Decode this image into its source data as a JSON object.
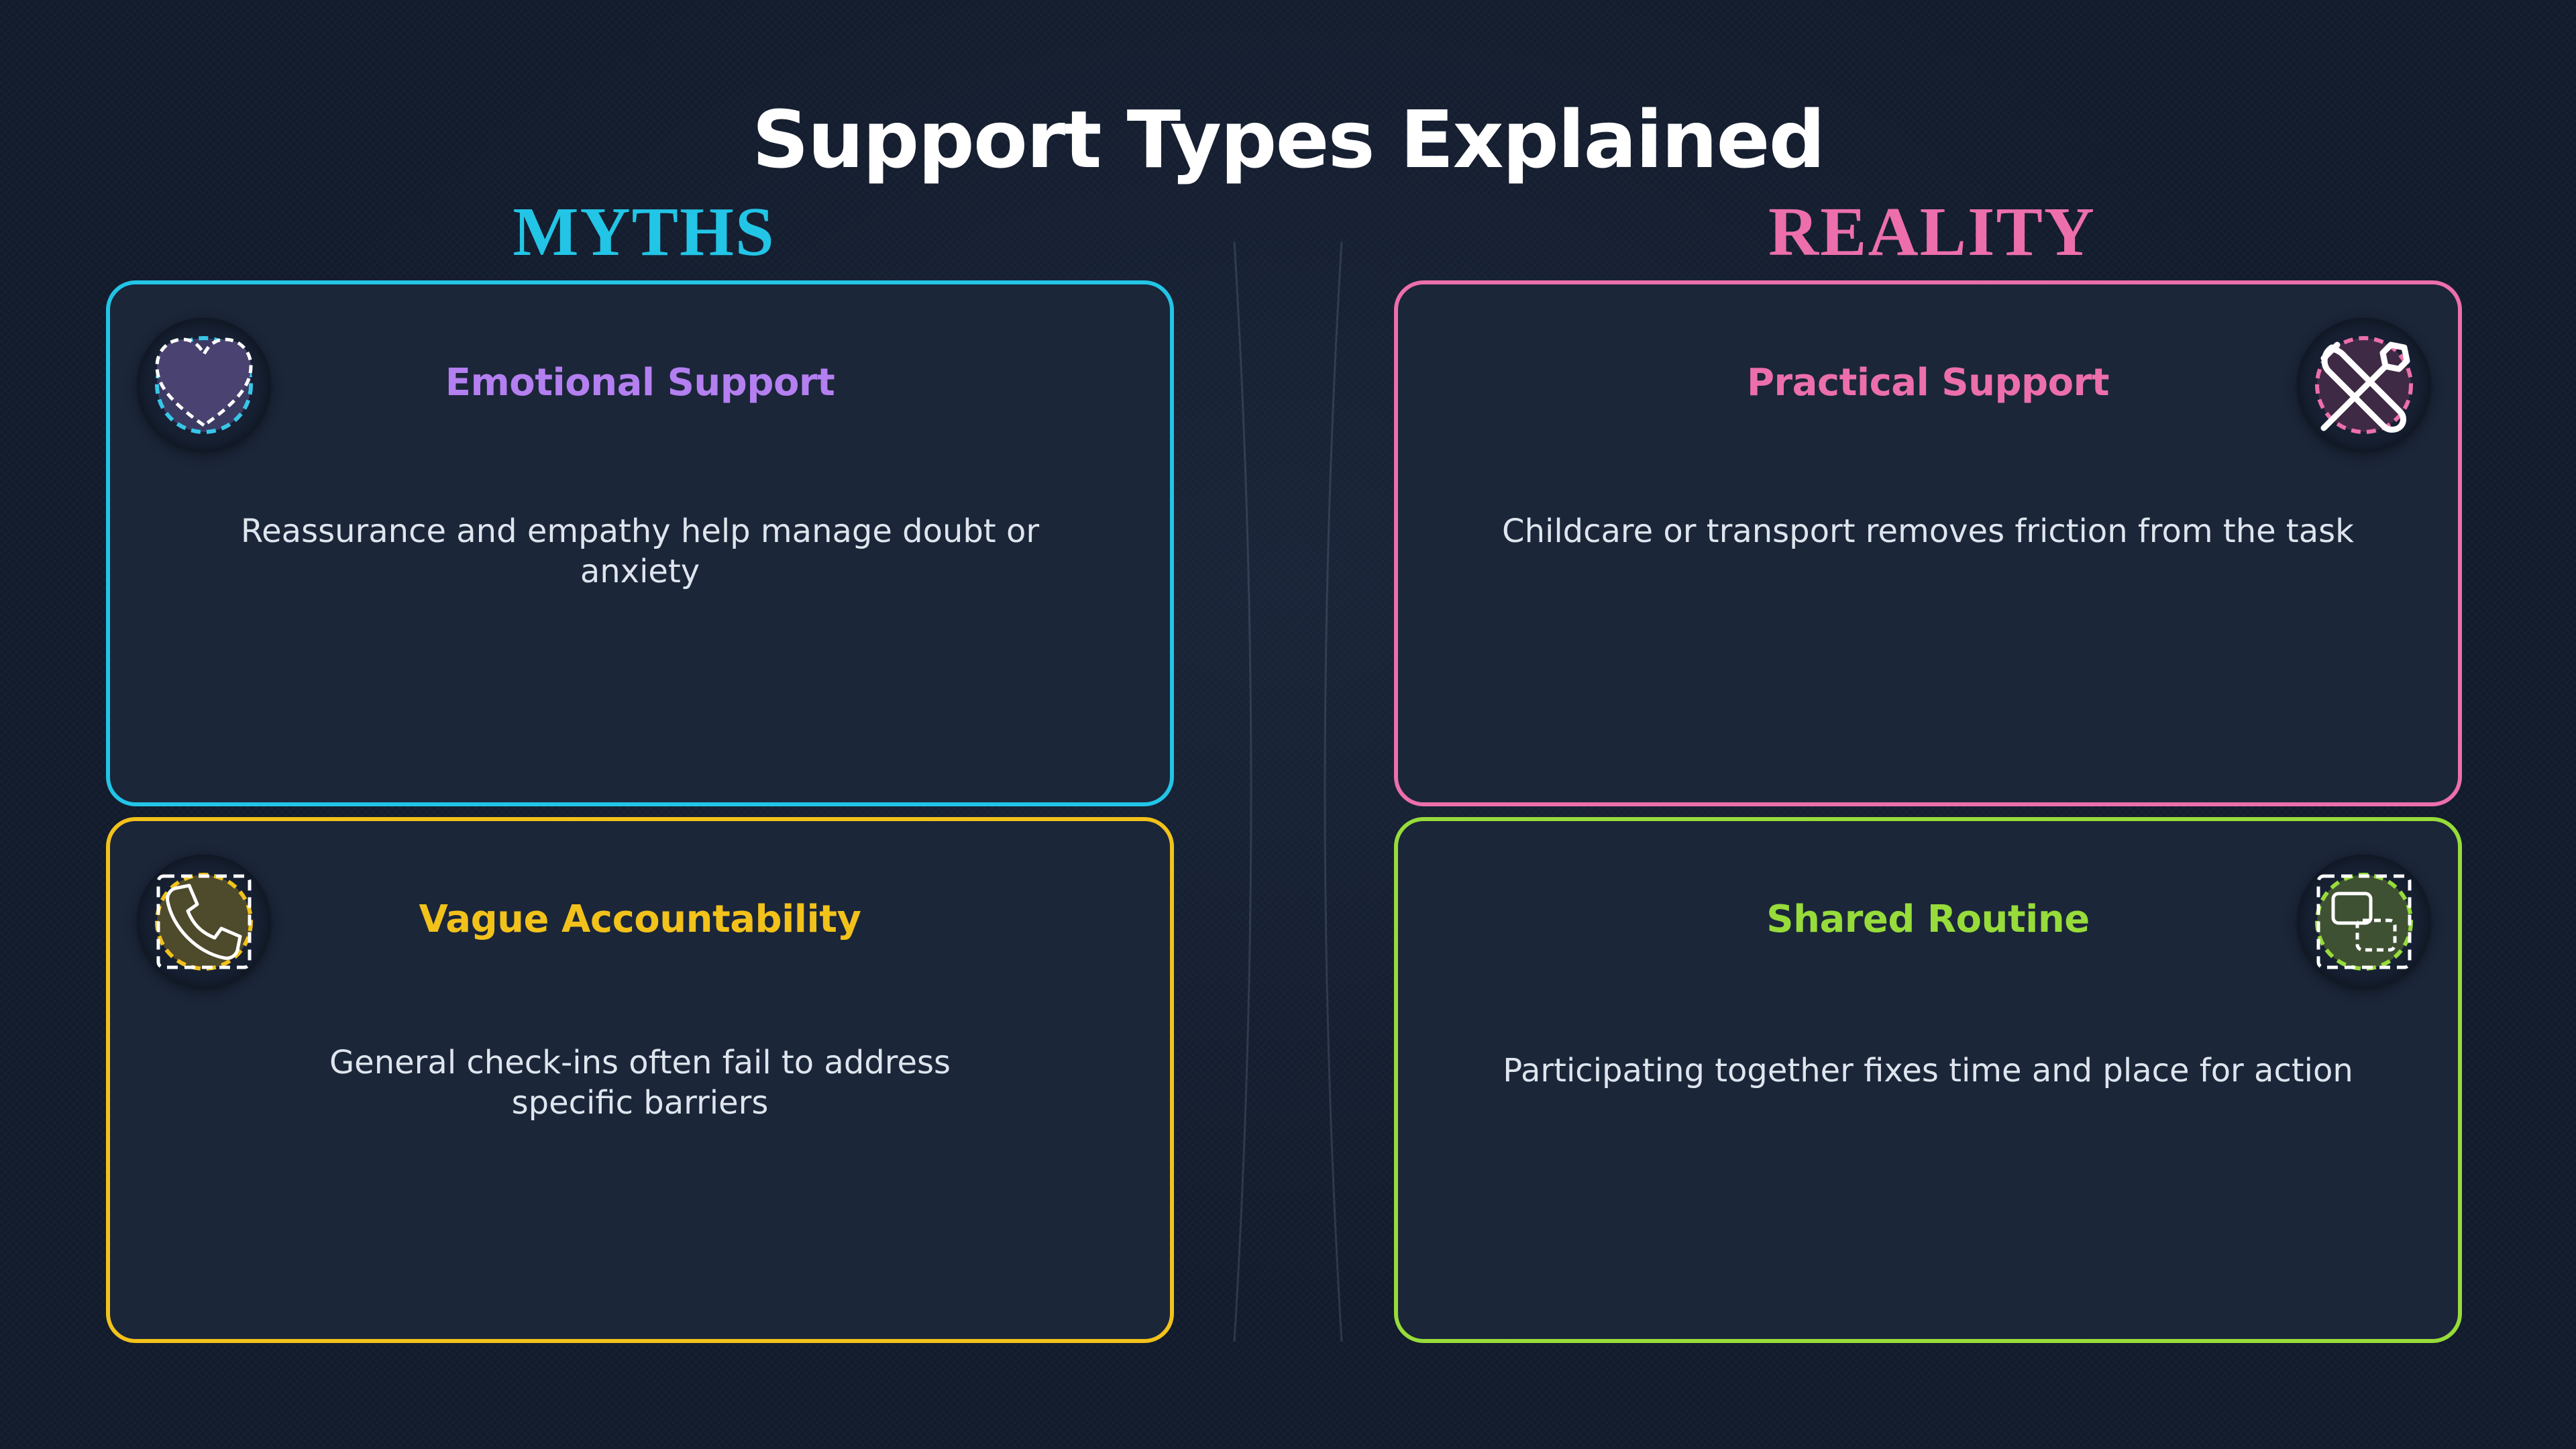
{
  "page": {
    "title": "Support Types Explained"
  },
  "columns": {
    "myths": {
      "heading": "MYTHS",
      "color": "#22c5e6"
    },
    "reality": {
      "heading": "REALITY",
      "color": "#ec6fab"
    }
  },
  "cards": [
    {
      "title": "Emotional Support",
      "description": "Reassurance and empathy help manage doubt or anxiety",
      "title_color": "#b47ff0",
      "border_color": "#22c5e6",
      "icon": "heart-icon"
    },
    {
      "title": "Vague Accountability",
      "description": "General check-ins often fail to address specific barriers",
      "title_color": "#f2c21b",
      "border_color": "#f2c21b",
      "icon": "phone-icon"
    },
    {
      "title": "Practical Support",
      "description": "Childcare or transport removes friction from the task",
      "title_color": "#ec6fab",
      "border_color": "#ec6fab",
      "icon": "tools-icon"
    },
    {
      "title": "Shared Routine",
      "description": "Participating together fixes time and place for action",
      "title_color": "#97dc3a",
      "border_color": "#97dc3a",
      "icon": "overlap-squares-icon"
    }
  ]
}
